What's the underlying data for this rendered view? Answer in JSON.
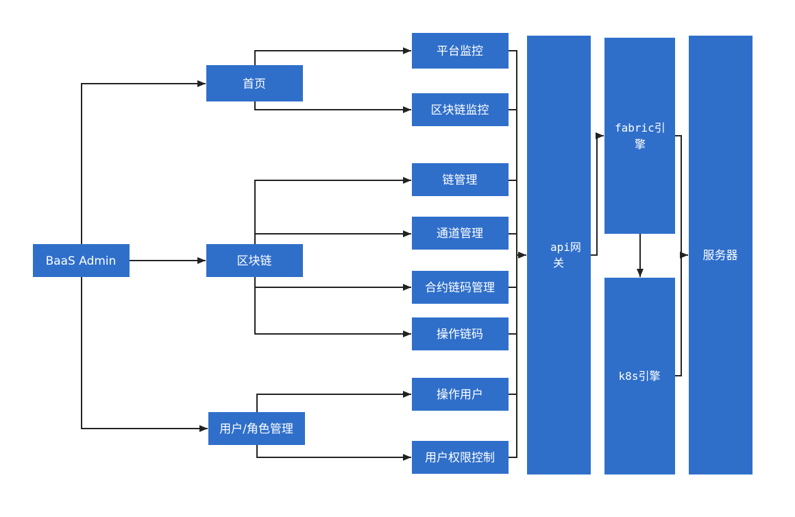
{
  "nodes": {
    "baas_admin": "BaaS Admin",
    "home": "首页",
    "blockchain": "区块链",
    "user_role_mgmt": "用户/角色管理",
    "platform_monitor": "平台监控",
    "chain_monitor": "区块链监控",
    "chain_mgmt": "链管理",
    "channel_mgmt": "通道管理",
    "contract_chaincode_mgmt": "合约链码管理",
    "operate_chaincode": "操作链码",
    "operate_user": "操作用户",
    "user_permission": "用户权限控制",
    "api_gateway": [
      "api网",
      "关"
    ],
    "fabric_engine": [
      "fabric引",
      "擎"
    ],
    "k8s_engine": "k8s引擎",
    "server": "服务器"
  },
  "colors": {
    "box": "#2f6fca",
    "text": "#ffffff",
    "edge": "#222222"
  }
}
